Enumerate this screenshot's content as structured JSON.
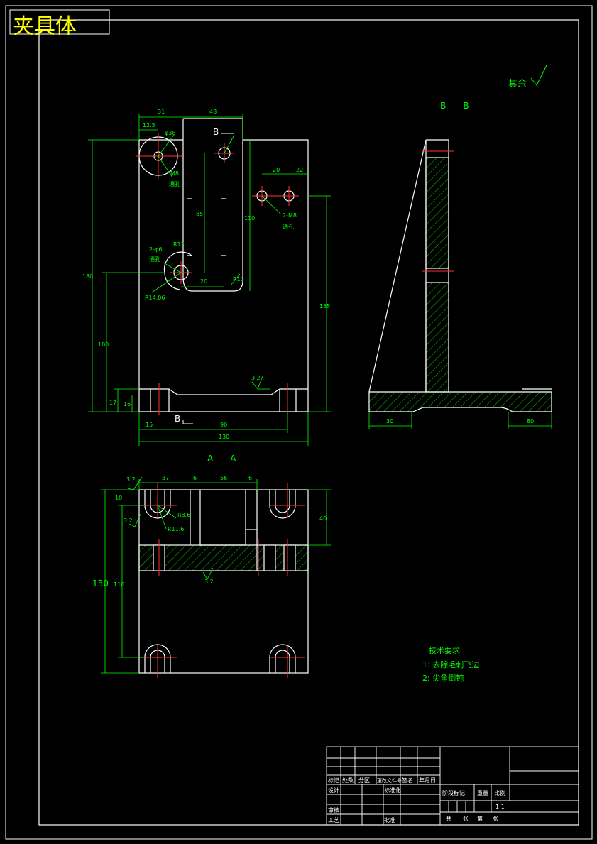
{
  "title": "夹具体",
  "section_labels": {
    "bb": "B——B",
    "aa": "A——A",
    "b_marker_top": "B",
    "b_marker_bottom": "B"
  },
  "roughness_note": "其余",
  "dimensions": {
    "front": [
      "31",
      "48",
      "12.5",
      "φ38",
      "20",
      "22",
      "M8",
      "通孔",
      "2-M8",
      "通孔",
      "2-φ6",
      "通孔",
      "R12",
      "R10",
      "R14.06",
      "20",
      "85",
      "110",
      "155",
      "180",
      "100",
      "17",
      "16",
      "15",
      "90",
      "130"
    ],
    "side": [
      "30",
      "80"
    ],
    "plan": [
      "37",
      "6",
      "56",
      "6",
      "10",
      "40",
      "R8.6",
      "R11.6",
      "110",
      "130"
    ],
    "roughness": [
      "3.2",
      "3.2",
      "3.2",
      "3.2"
    ]
  },
  "technical_requirements": {
    "title": "技术要求",
    "items": [
      "1: 去除毛刺飞边",
      "2: 尖角倒钝"
    ]
  },
  "title_block": {
    "headers": [
      "标记",
      "处数",
      "分区",
      "更改文件号",
      "签名",
      "年月日"
    ],
    "rows": [
      "设计",
      "标准化",
      "审核",
      "工艺",
      "批准"
    ],
    "stage": [
      "阶段标记",
      "重量",
      "比例"
    ],
    "scale": "1:1",
    "sheet": [
      "共",
      "张",
      "第",
      "张"
    ]
  },
  "colors": {
    "background": "#000000",
    "outline": "#ffffff",
    "dimension": "#00ff00",
    "center_line": "#ff0000",
    "title_text": "#ffff00"
  }
}
